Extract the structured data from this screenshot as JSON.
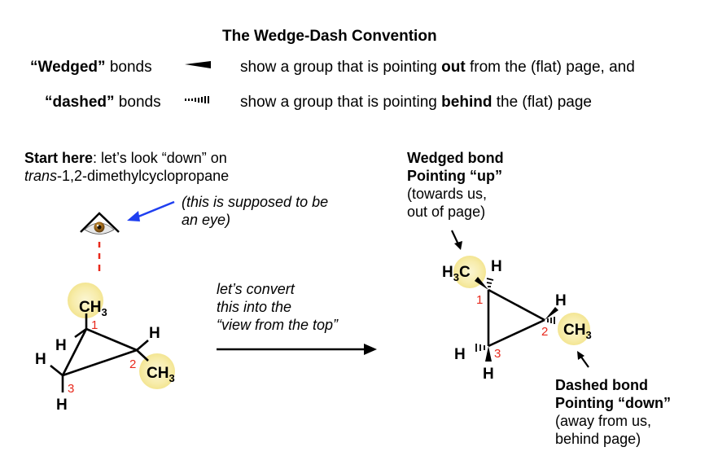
{
  "header": {
    "title": "The Wedge-Dash Convention",
    "wedged_row": {
      "term": "“Wedged”",
      "term_suffix": " bonds",
      "symbol_icon": "wedge-bond-icon",
      "desc_before": "show a group that is pointing ",
      "desc_bold": "out",
      "desc_after": " from the (flat) page, and"
    },
    "dashed_row": {
      "term": "“dashed”",
      "term_suffix": " bonds",
      "symbol_icon": "dash-bond-icon",
      "desc_before": "show a group that is pointing ",
      "desc_bold": "behind",
      "desc_after": " the (flat) page"
    }
  },
  "left_panel": {
    "intro_bold": "Start here",
    "intro_rest": ": let’s look “down” on",
    "molecule_italic": "trans",
    "molecule_rest": "-1,2-dimethylcyclopropane",
    "eye_note_line1": "(this is supposed to be",
    "eye_note_line2": "an eye)",
    "eye_icon": "eye-icon",
    "molecule": {
      "groups": {
        "c1_substituent": "CH",
        "c1_substituent_sub": "3",
        "c1_h": "H",
        "c2_h": "H",
        "c2_substituent": "CH",
        "c2_substituent_sub": "3",
        "c3_h_left": "H",
        "c3_h_bottom": "H"
      },
      "numbers": [
        "1",
        "2",
        "3"
      ]
    }
  },
  "middle": {
    "line1": "let’s convert",
    "line2": "this into the",
    "line3": "“view from the top”",
    "arrow_icon": "right-arrow-icon"
  },
  "right_panel": {
    "top_note": {
      "line1": "Wedged bond",
      "line2": "Pointing “up”",
      "line3": "(towards us,",
      "line4": "out of page)"
    },
    "bottom_note": {
      "line1": "Dashed bond",
      "line2": "Pointing “down”",
      "line3": "(away from us,",
      "line4": "behind page)"
    },
    "molecule": {
      "groups": {
        "c1_substituent_pre": "H",
        "c1_substituent_sub": "3",
        "c1_substituent_post": "C",
        "c1_h": "H",
        "c2_h": "H",
        "c2_substituent": "CH",
        "c2_substituent_sub": "3",
        "c3_h_left": "H",
        "c3_h_bottom": "H"
      },
      "numbers": [
        "1",
        "2",
        "3"
      ]
    }
  },
  "colors": {
    "text": "#000000",
    "locant_red": "#e8291c",
    "highlight_yellow": "#f7ecaa",
    "arrow_blue": "#1f3ff0",
    "sightline_red": "#e8291c"
  }
}
